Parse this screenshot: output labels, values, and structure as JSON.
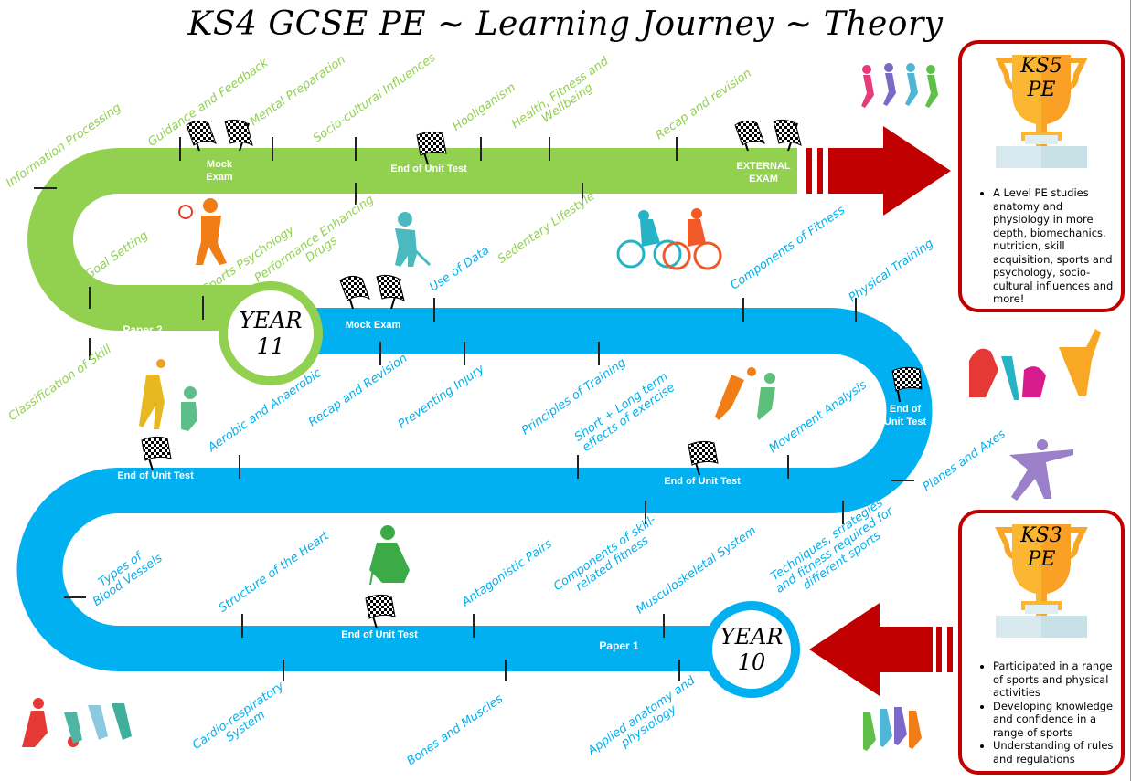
{
  "title": "KS4 GCSE PE ~ Learning Journey ~ Theory",
  "colors": {
    "green": "#92d050",
    "blue": "#00b0f0",
    "red": "#c00000",
    "trophy": "#f9a825"
  },
  "year_markers": {
    "year11": [
      "YEAR",
      "11"
    ],
    "year10": [
      "YEAR",
      "10"
    ]
  },
  "track_labels": {
    "mock_exam_1": [
      "Mock",
      "Exam"
    ],
    "end_unit_1": "End of Unit Test",
    "external_exam": [
      "EXTERNAL",
      "EXAM"
    ],
    "paper2": "Paper 2",
    "mock_exam_2": "Mock Exam",
    "end_unit_right": [
      "End of",
      "Unit Test"
    ],
    "end_unit_2": "End of Unit Test",
    "end_unit_3": "End of Unit Test",
    "end_unit_4": "End of Unit Test",
    "paper1": "Paper 1"
  },
  "topics_year11": {
    "information_processing": "Information Processing",
    "guidance_feedback": "Guidance and Feedback",
    "mental_preparation": "Mental Preparation",
    "socio_cultural": "Socio-cultural Influences",
    "hooliganism": "Hooliganism",
    "health_fitness": [
      "Health, Fitness and",
      "Wellbeing"
    ],
    "recap_revision": "Recap and revision",
    "goal_setting": "Goal Setting",
    "sports_psychology": "Sports Psychology",
    "ped": [
      "Performance Enhancing",
      "Drugs"
    ],
    "sedentary": "Sedentary Lifestyle",
    "classification": "Classification of Skill"
  },
  "topics_year10": {
    "use_of_data": "Use of Data",
    "components_fitness": "Components of Fitness",
    "physical_training": "Physical Training",
    "aerobic": "Aerobic and Anaerobic",
    "recap_revision": "Recap and Revision",
    "preventing_injury": "Preventing Injury",
    "principles_training": "Principles of Training",
    "short_long": [
      "Short + Long term",
      "effects of exercise"
    ],
    "movement_analysis": "Movement Analysis",
    "planes_axes": "Planes and Axes",
    "blood_vessels": [
      "Types of",
      "Blood Vessels"
    ],
    "heart": "Structure of the Heart",
    "antagonistic": "Antagonistic Pairs",
    "skill_fitness": [
      "Components of skill-",
      "related fitness"
    ],
    "musculoskeletal": "Musculoskeletal System",
    "techniques": [
      "Techniques, strategies",
      "and fitness required for",
      "different sports"
    ],
    "cardio": [
      "Cardio-respiratory",
      "System"
    ],
    "bones_muscles": "Bones and Muscles",
    "applied_anatomy": [
      "Applied anatomy and",
      "physiology"
    ]
  },
  "ks5": {
    "title": [
      "KS5",
      "PE"
    ],
    "bullets": [
      "A Level PE studies anatomy and physiology in more depth, biomechanics, nutrition, skill acquisition, sports and psychology, socio-cultural influences and more!"
    ]
  },
  "ks3": {
    "title": [
      "KS3",
      "PE"
    ],
    "bullets": [
      "Participated in a range of sports and physical activities",
      "Developing knowledge and confidence in a range of sports",
      "Understanding of rules and regulations"
    ]
  }
}
